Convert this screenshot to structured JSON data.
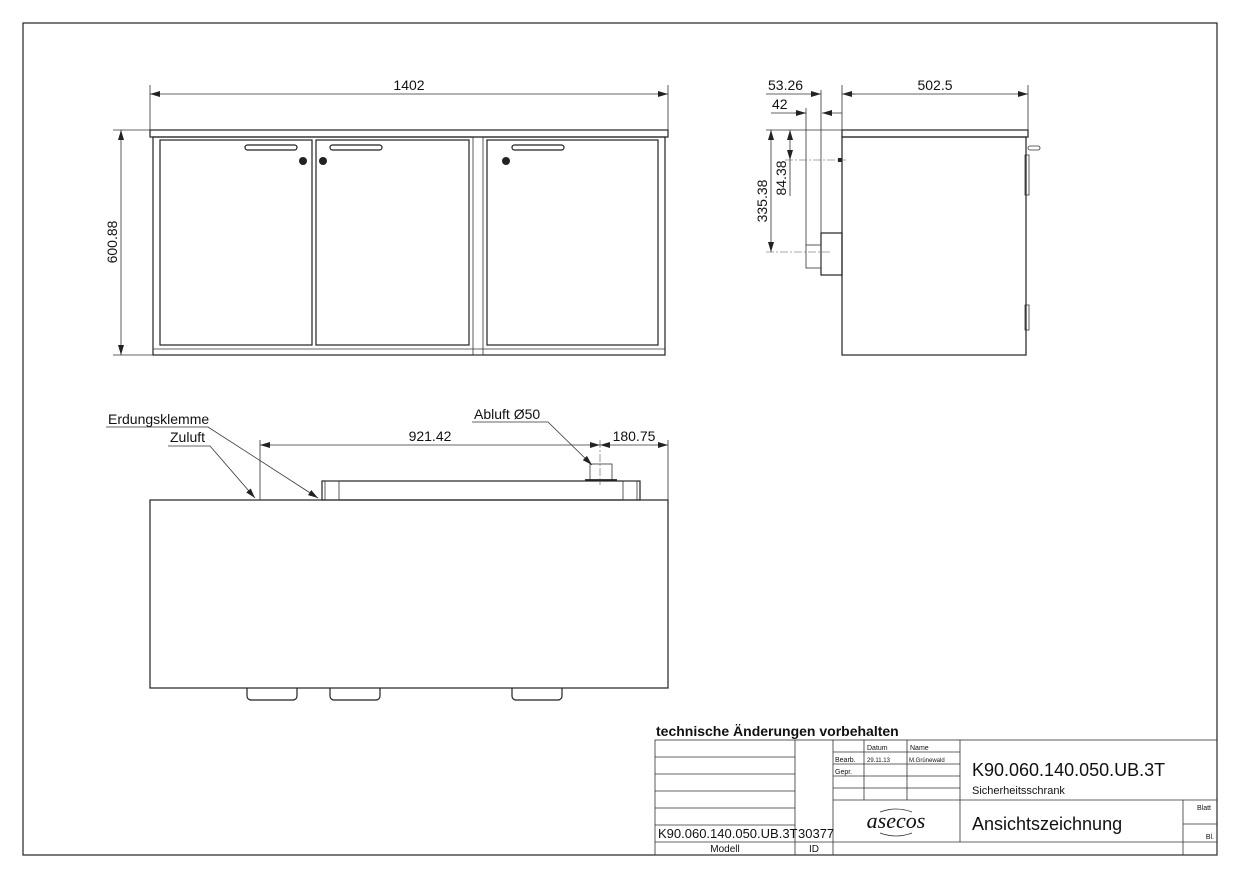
{
  "front_view": {
    "dim_width": "1402",
    "dim_height": "600.88"
  },
  "side_view": {
    "dim_depth": "502.5",
    "dim_offset_1": "53.26",
    "dim_offset_2": "42",
    "dim_height_1": "335.38",
    "dim_height_2": "84.38"
  },
  "top_view": {
    "label_grounding": "Erdungsklemme",
    "label_supply_air": "Zuluft",
    "label_exhaust_air": "Abluft Ø50",
    "dim_1": "921.42",
    "dim_2": "180.75"
  },
  "title_block": {
    "note": "technische Änderungen vorbehalten",
    "col_datum": "Datum",
    "col_name": "Name",
    "row_bearb": "Bearb.",
    "row_gepr": "Gepr.",
    "bearb_date": "29.11.13",
    "bearb_name": "M.Grünewald",
    "drawing_number": "K90.060.140.050.UB.3T",
    "drawing_subtitle": "Sicherheitsschrank",
    "logo": "asecos",
    "drawing_type": "Ansichtszeichnung",
    "blatt_label": "Blatt",
    "bl_label": "Bl.",
    "model_value": "K90.060.140.050.UB.3T",
    "id_value": "30377",
    "model_label": "Modell",
    "id_label": "ID"
  }
}
